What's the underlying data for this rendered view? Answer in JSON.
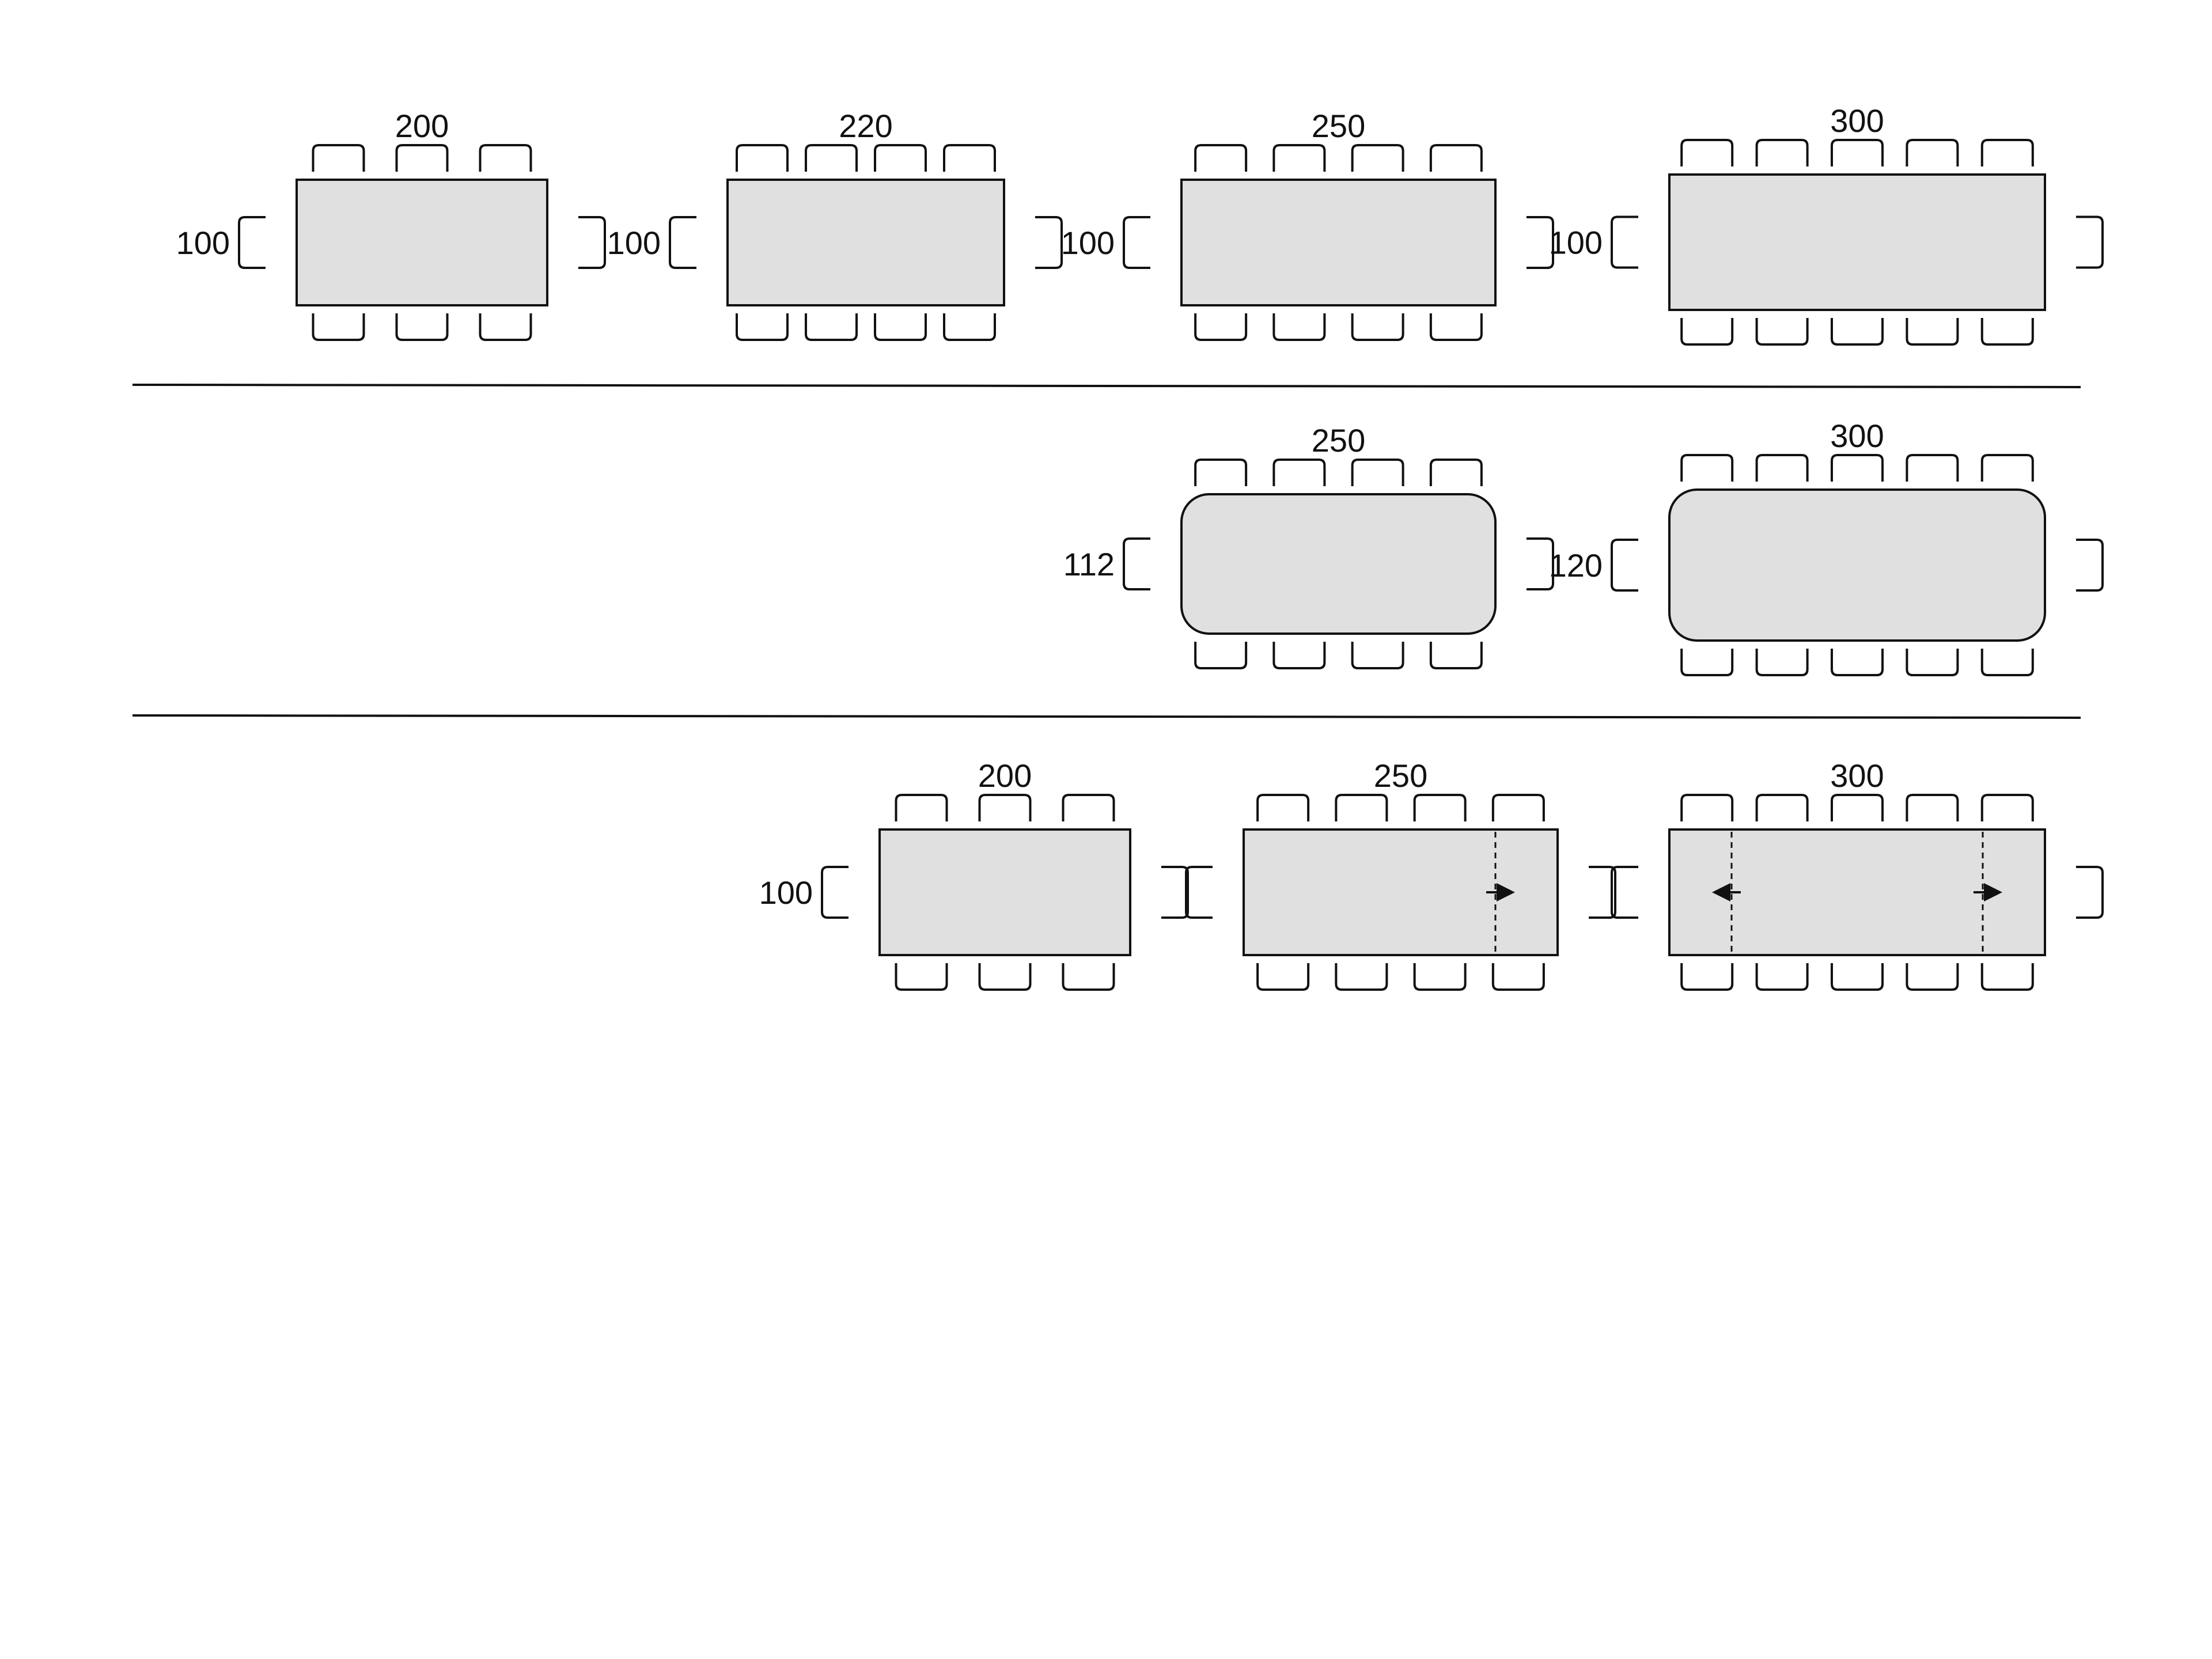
{
  "colors": {
    "background": "#ffffff",
    "table_fill": "#e0e0e0",
    "stroke": "#111111",
    "separator": "#111111"
  },
  "rows": [
    {
      "tables": [
        {
          "shape": "rectangular",
          "length_label": "200",
          "width_label": "100",
          "chairs_per_long_side": 3,
          "extension_markers": []
        },
        {
          "shape": "rectangular",
          "length_label": "220",
          "width_label": "100",
          "chairs_per_long_side": 4,
          "extension_markers": []
        },
        {
          "shape": "rectangular",
          "length_label": "250",
          "width_label": "100",
          "chairs_per_long_side": 4,
          "extension_markers": []
        },
        {
          "shape": "rectangular",
          "length_label": "300",
          "width_label": "100",
          "chairs_per_long_side": 5,
          "extension_markers": []
        }
      ]
    },
    {
      "tables": [
        {
          "shape": "rounded",
          "length_label": "250",
          "width_label": "112",
          "chairs_per_long_side": 4,
          "extension_markers": []
        },
        {
          "shape": "rounded",
          "length_label": "300",
          "width_label": "120",
          "chairs_per_long_side": 5,
          "extension_markers": []
        }
      ]
    },
    {
      "tables": [
        {
          "shape": "rectangular",
          "length_label": "200",
          "width_label": "100",
          "chairs_per_long_side": 3,
          "extension_markers": []
        },
        {
          "shape": "extendable",
          "length_label": "250",
          "width_label": "",
          "chairs_per_long_side": 4,
          "extension_markers": [
            "right"
          ]
        },
        {
          "shape": "extendable",
          "length_label": "300",
          "width_label": "",
          "chairs_per_long_side": 5,
          "extension_markers": [
            "left",
            "right"
          ]
        }
      ]
    }
  ]
}
